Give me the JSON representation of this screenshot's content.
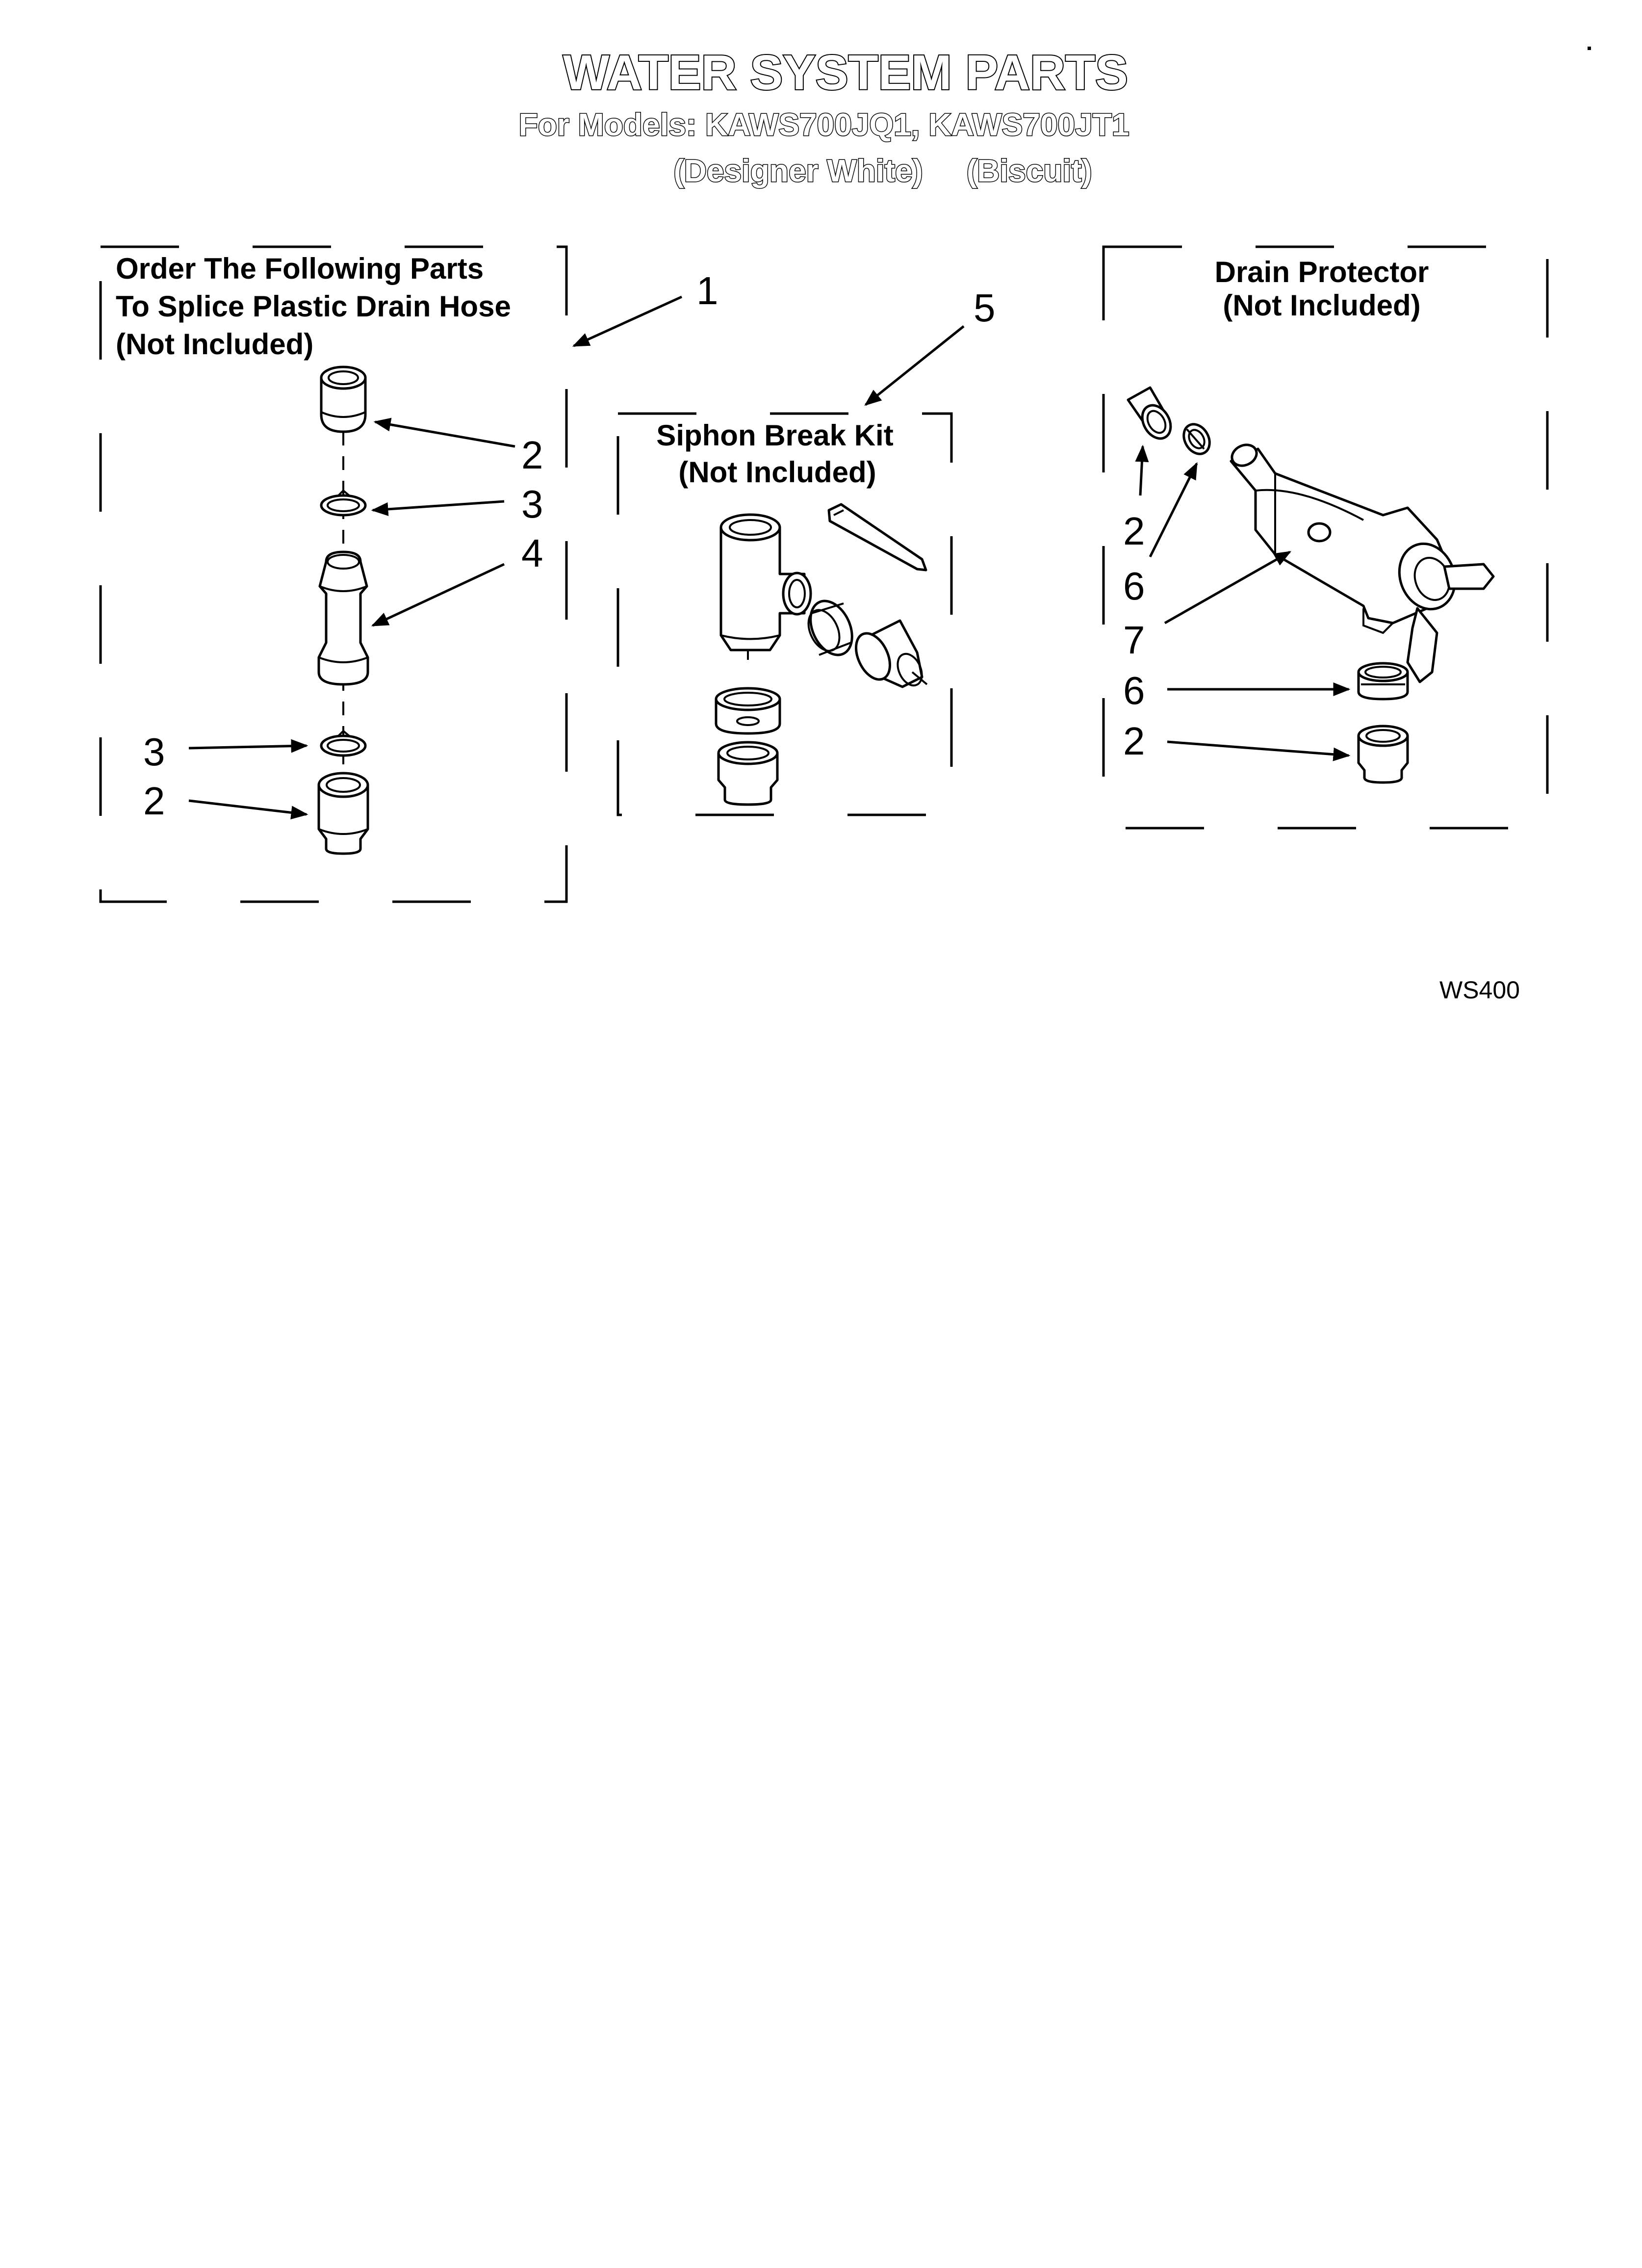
{
  "header": {
    "title": "WATER SYSTEM PARTS",
    "models": "For Models: KAWS700JQ1, KAWS700JT1",
    "colors": "(Designer White)     (Biscuit)"
  },
  "groups": {
    "splice": {
      "line1": "Order The Following Parts",
      "line2": "To Splice Plastic Drain Hose",
      "line3": "(Not Included)"
    },
    "siphon": {
      "line1": "Siphon Break Kit",
      "line2": "(Not Included)"
    },
    "drain": {
      "line1": "Drain Protector",
      "line2": "(Not Included)"
    }
  },
  "callouts": {
    "c1": "1",
    "c2a": "2",
    "c3a": "3",
    "c4": "4",
    "c3b": "3",
    "c2b": "2",
    "c5": "5",
    "c2c": "2",
    "c6a": "6",
    "c7": "7",
    "c6b": "6",
    "c2d": "2"
  },
  "footer": {
    "code": "WS400"
  }
}
